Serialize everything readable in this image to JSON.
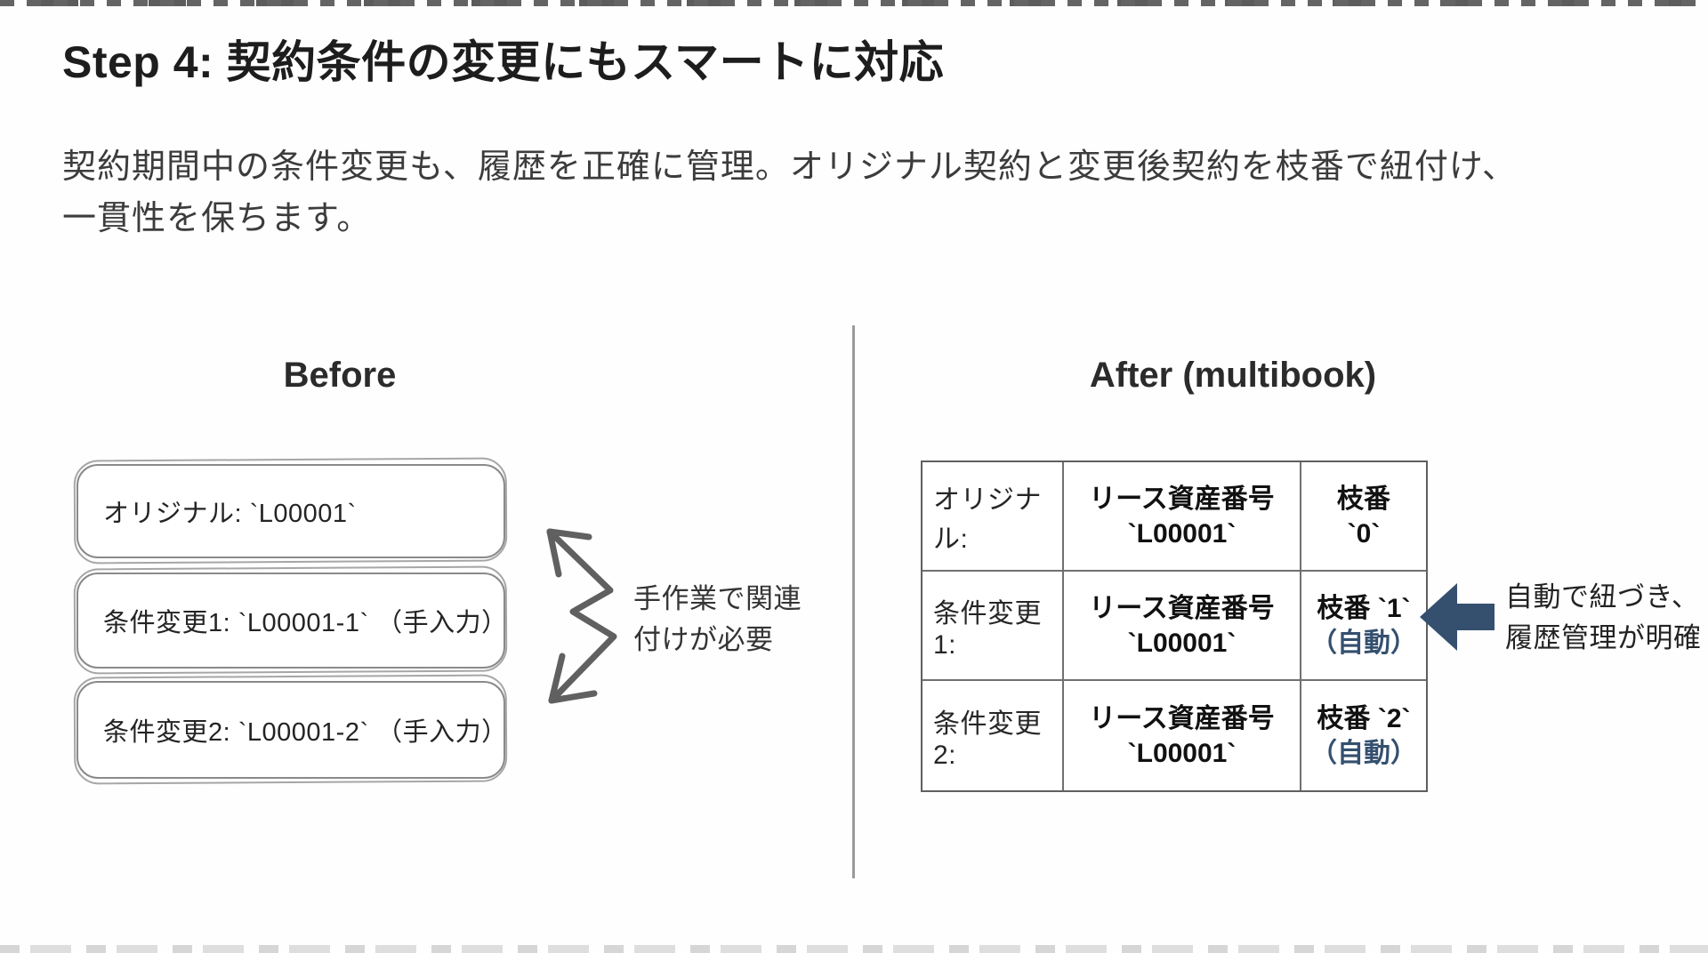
{
  "slide": {
    "title": "Step 4: 契約条件の変更にもスマートに対応",
    "description": {
      "line1": "契約期間中の条件変更も、履歴を正確に管理。オリジナル契約と変更後契約を枝番で紐付け、",
      "line2": "一貫性を保ちます。"
    }
  },
  "before": {
    "heading": "Before",
    "boxes": [
      {
        "label": "オリジナル: `L00001`"
      },
      {
        "label": "条件変更1: `L00001-1` （手入力）"
      },
      {
        "label": "条件変更2: `L00001-2` （手入力）"
      }
    ],
    "annotation": {
      "line1": "手作業で関連",
      "line2": "付けが必要"
    }
  },
  "after": {
    "heading": "After (multibook)",
    "table": {
      "rows": [
        {
          "label": "オリジナル:",
          "asset_line1": "リース資産番号",
          "asset_line2": "`L00001`",
          "branch_line1": "枝番",
          "branch_value": "`0`",
          "branch_auto": ""
        },
        {
          "label": "条件変更1:",
          "asset_line1": "リース資産番号",
          "asset_line2": "`L00001`",
          "branch_line1": "枝番 `1`",
          "branch_value": "",
          "branch_auto": "（自動）"
        },
        {
          "label": "条件変更2:",
          "asset_line1": "リース資産番号",
          "asset_line2": "`L00001`",
          "branch_line1": "枝番 `2`",
          "branch_value": "",
          "branch_auto": "（自動）"
        }
      ]
    },
    "annotation": {
      "line1": "自動で紐づき、",
      "line2": "履歴管理が明確"
    }
  },
  "colors": {
    "accent_navy": "#35506f",
    "sketch_gray": "#606060"
  }
}
